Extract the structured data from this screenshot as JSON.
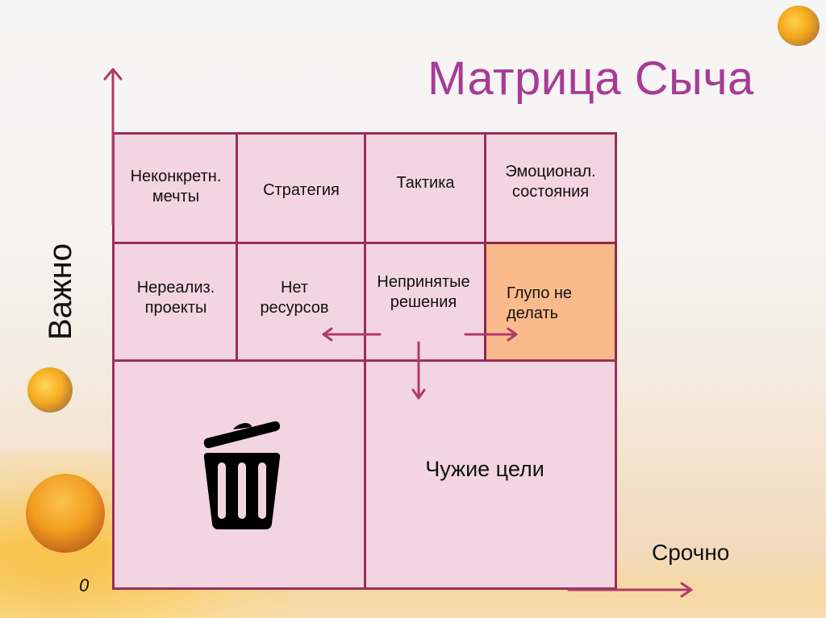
{
  "slide": {
    "title": "Матрица Сыча",
    "axes": {
      "y_label": "Важно",
      "x_label": "Срочно",
      "origin_label": "0"
    },
    "matrix": {
      "row1": [
        {
          "label": "Неконкретн.\nмечты",
          "line1": "Неконкретн.",
          "line2": "мечты"
        },
        {
          "label": "Стратегия",
          "line1": "Стратегия"
        },
        {
          "label": "Тактика",
          "line1": "Тактика"
        },
        {
          "label": "Эмоционал.\nсостояния",
          "line1": "Эмоционал.",
          "line2": "состояния"
        }
      ],
      "row2": [
        {
          "label": "Нереализ.\nпроекты",
          "line1": "Нереализ.",
          "line2": "проекты"
        },
        {
          "label": "Нет\nресурсов",
          "line1": "Нет",
          "line2": "ресурсов"
        },
        {
          "label": "Непринятые\nрешения",
          "line1": "Непринятые",
          "line2": "решения"
        },
        {
          "label": "Глупо не\nделать",
          "line1": "Глупо не",
          "line2": "делать",
          "highlighted": true
        }
      ],
      "row3": [
        {
          "label": "",
          "icon": "trash-icon"
        },
        {
          "label": "Чужие цели",
          "line1": "Чужие цели"
        }
      ]
    },
    "colors": {
      "title": "#a83a97",
      "cell_fill": "#f2d5e0",
      "cell_highlight": "#fbba8b",
      "grid_border": "#9a2f5a",
      "arrow": "#b03a68"
    }
  }
}
